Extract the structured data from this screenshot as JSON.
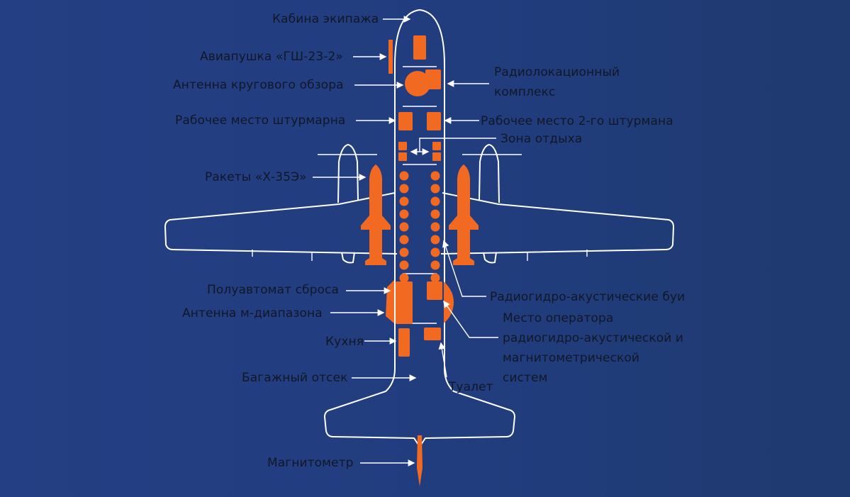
{
  "colors": {
    "background": "#223d7f",
    "outline": "#ffffff",
    "equipment": "#f26a21",
    "label_text": "#101828"
  },
  "labels": {
    "cockpit": "Кабина экипажа",
    "cannon": "Авиапушка «ГШ-23-2»",
    "antenna_circular": "Антенна кругового обзора",
    "radar": "Радиолокационный комплекс",
    "navigator_station": "Рабочее место штурмарна",
    "navigator2_station": "Рабочее место 2-го штурмана",
    "rest_zone": "Зона отдыха",
    "missiles": "Ракеты «Х-35Э»",
    "drop_unit": "Полуавтомат сброса",
    "antenna_m_band": "Антенна м-диапазона",
    "sonobuoys": "Радиогидро-акустические буи",
    "operator_station": "Место оператора радиогидро-акустической и магнитометрической систем",
    "galley": "Кухня",
    "baggage": "Багажный отсек",
    "toilet": "Туалет",
    "magnetometer": "Магнитометр"
  }
}
